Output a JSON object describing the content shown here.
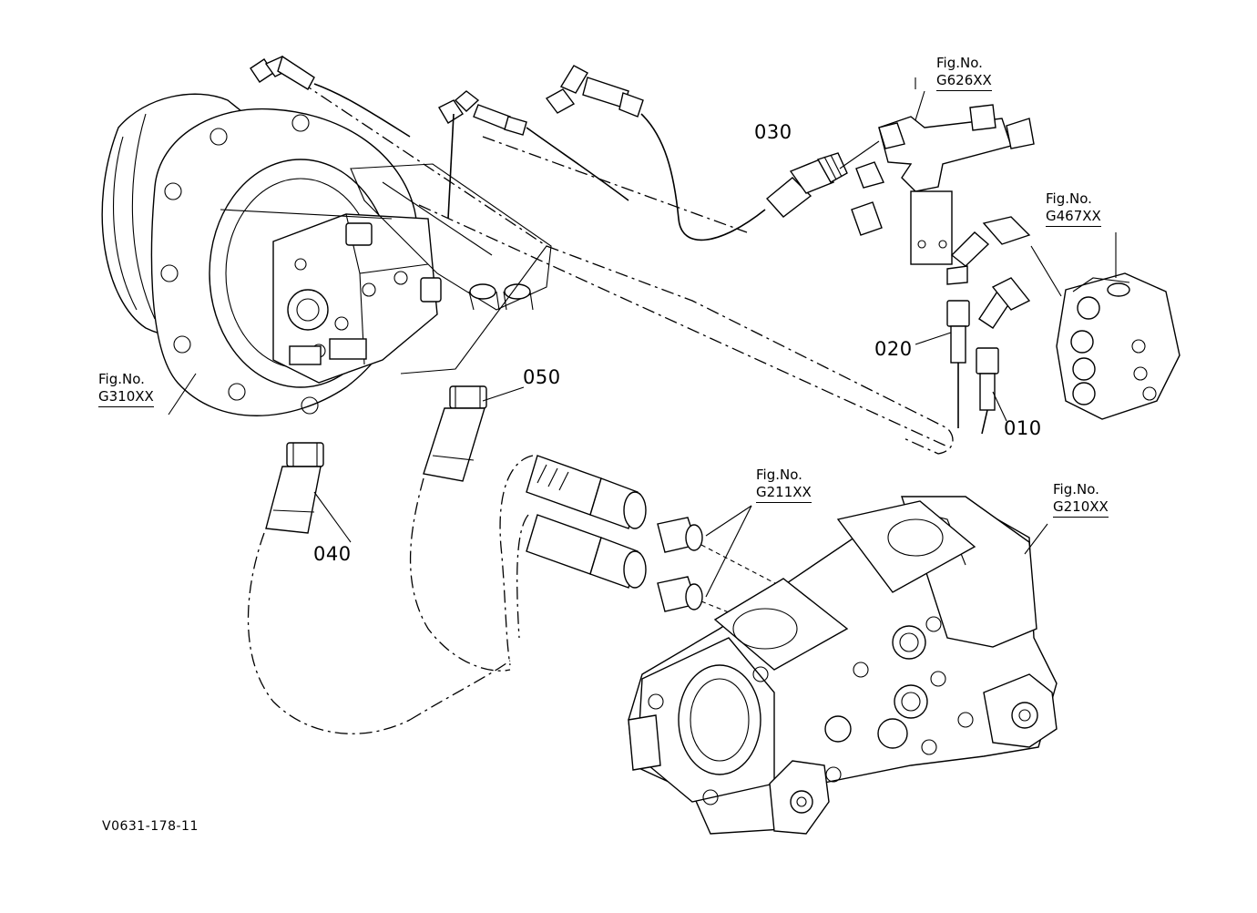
{
  "diagram": {
    "callouts": [
      {
        "id": "010",
        "label": "010"
      },
      {
        "id": "020",
        "label": "020"
      },
      {
        "id": "030",
        "label": "030"
      },
      {
        "id": "040",
        "label": "040"
      },
      {
        "id": "050",
        "label": "050"
      }
    ],
    "figure_refs": [
      {
        "prefix": "Fig.No.",
        "code": "G626XX"
      },
      {
        "prefix": "Fig.No.",
        "code": "G467XX"
      },
      {
        "prefix": "Fig.No.",
        "code": "G310XX"
      },
      {
        "prefix": "Fig.No.",
        "code": "G211XX"
      },
      {
        "prefix": "Fig.No.",
        "code": "G210XX"
      }
    ],
    "drawing_number": "V0631-178-11",
    "line_color": "#000000",
    "background": "#ffffff"
  }
}
